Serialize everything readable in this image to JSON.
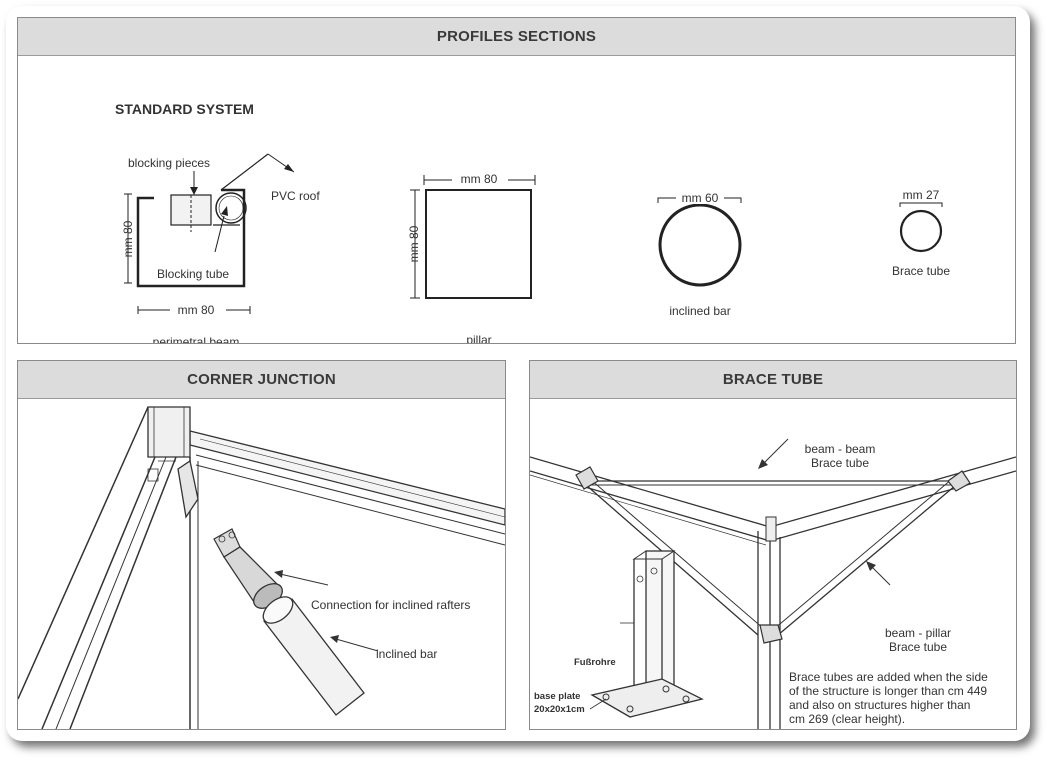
{
  "profiles": {
    "header": "PROFILES SECTIONS",
    "subtitle": "STANDARD SYSTEM",
    "perimetral": {
      "blocking_pieces": "blocking pieces",
      "pvc_roof": "PVC roof",
      "blocking_tube": "Blocking tube",
      "dim_h": "mm 80",
      "dim_w": "mm 80",
      "caption": "perimetral beam"
    },
    "pillar": {
      "dim_w": "mm 80",
      "dim_h": "mm 80",
      "caption": "pillar"
    },
    "inclined": {
      "dim": "mm 60",
      "caption": "inclined bar"
    },
    "brace": {
      "dim": "mm 27",
      "caption": "Brace tube"
    }
  },
  "corner": {
    "header": "CORNER JUNCTION",
    "connection_label": "Connection for inclined rafters",
    "inclined_label": "inclined bar"
  },
  "brace_tube": {
    "header": "BRACE TUBE",
    "beam_beam_1": "beam - beam",
    "beam_beam_2": "Brace tube",
    "beam_pillar_1": "beam - pillar",
    "beam_pillar_2": "Brace tube",
    "fussrohre": "Fußrohre",
    "base_plate_1": "base plate",
    "base_plate_2": "20x20x1cm",
    "note": [
      "Brace tubes are added when the side",
      "of the structure is longer than cm 449",
      "and also on structures higher than",
      "cm 269 (clear height)."
    ]
  }
}
